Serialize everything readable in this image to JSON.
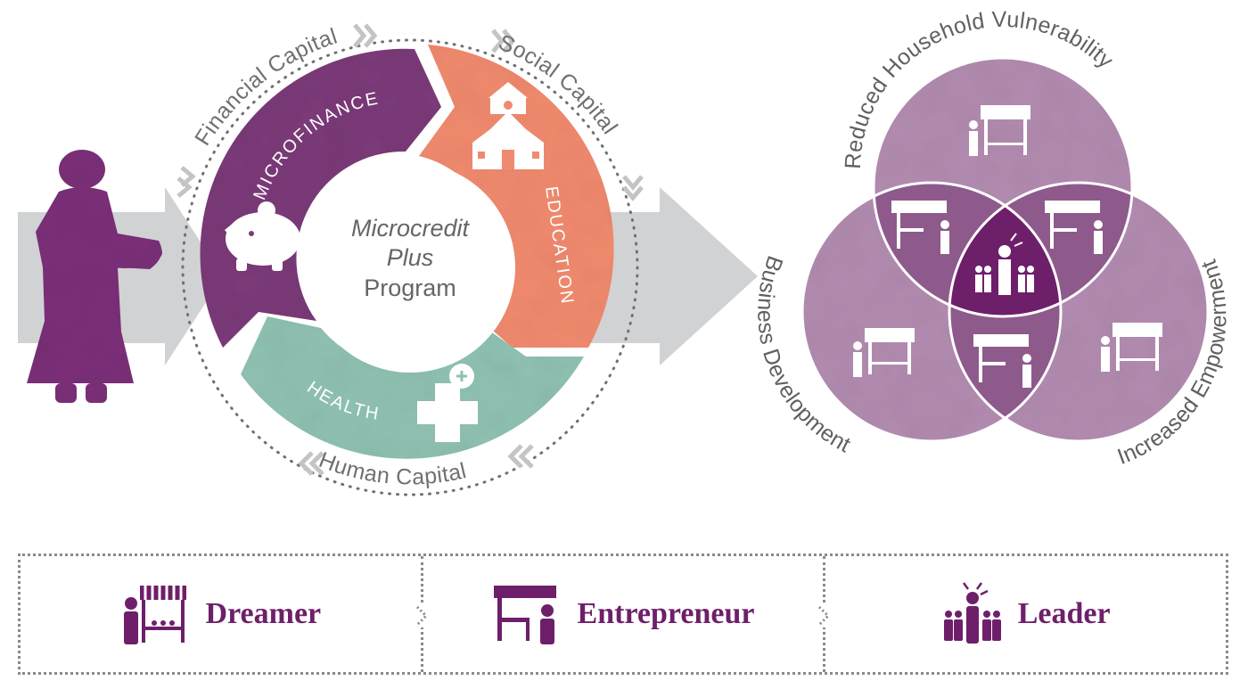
{
  "flow": {
    "capitals": {
      "financial": "Financial Capital",
      "social": "Social Capital",
      "human": "Human Capital"
    },
    "segments": {
      "microfinance": "MICROFINANCE",
      "education": "EDUCATION",
      "health": "HEALTH"
    },
    "center": {
      "line1": "Microcredit",
      "line2": "Plus",
      "line3": "Program"
    }
  },
  "venn": {
    "top": "Reduced Household Vulnerability",
    "left": "Business Development",
    "right": "Increased Empowerment"
  },
  "stages": [
    {
      "label": "Dreamer",
      "icon": "market-stall-icon"
    },
    {
      "label": "Entrepreneur",
      "icon": "shop-icon"
    },
    {
      "label": "Leader",
      "icon": "leader-icon"
    }
  ],
  "colors": {
    "purple": "#7b3a78",
    "coral": "#f08a6e",
    "teal": "#8fc1b2",
    "venn_light": "#b28cb0",
    "venn_mid": "#8e5a8c",
    "venn_dark": "#6e1f6a",
    "arrow_gray": "#d1d2d4",
    "label_purple": "#6e1f6a"
  }
}
